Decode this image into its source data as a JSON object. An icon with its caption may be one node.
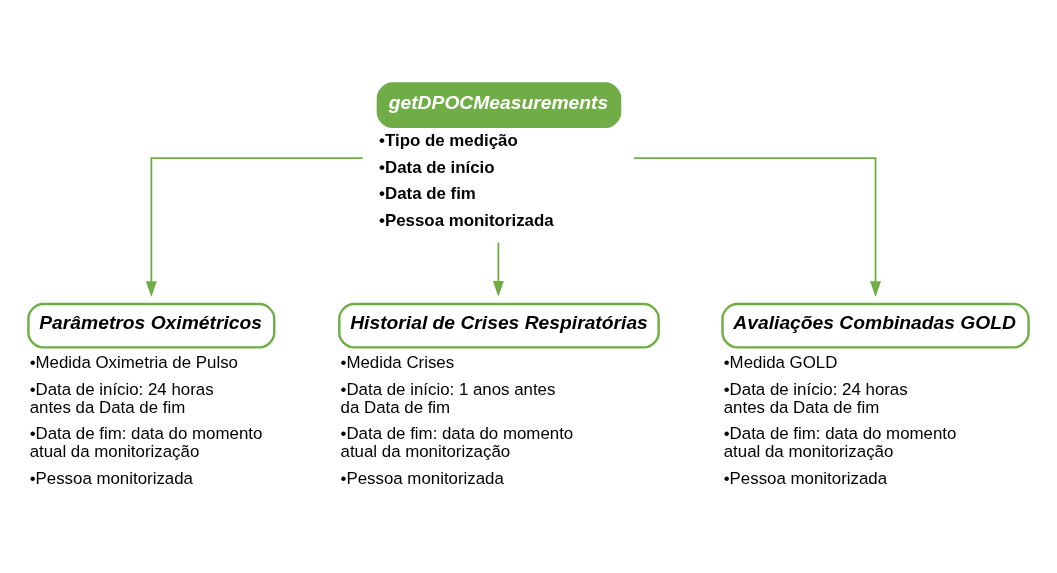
{
  "diagram": {
    "nodes": [
      {
        "text": [
          "getDPOCMeasurements"
        ],
        "beside": [
          "•Tipo de medição",
          "•Data de início",
          "•Data de fim",
          "•Pessoa monitorizada"
        ]
      },
      {
        "text": [
          "Parâmetros Oximétricos"
        ],
        "beside": [
          "•Medida Oximetria de Pulso",
          "•Data de início: 24 horas antes da Data de fim",
          "•Data de fim: data do momento atual da monitorização",
          "•Pessoa monitorizada"
        ]
      },
      {
        "text": [
          "Historial de Crises Respiratórias"
        ],
        "beside": [
          "•Medida Crises",
          "•Data de início: 1 anos antes da Data de fim",
          "•Data de fim: data do momento atual da monitorização",
          "•Pessoa monitorizada"
        ]
      },
      {
        "text": [
          "Avaliações Combinadas GOLD"
        ],
        "beside": [
          "•Medida GOLD",
          "•Data de início: 24 horas antes da Data de fim",
          "•Data de fim: data do momento atual da monitorização",
          "•Pessoa monitorizada"
        ]
      }
    ],
    "edges": [
      {
        "from": 0,
        "to": 1,
        "arrow": "to"
      },
      {
        "from": 0,
        "to": 2,
        "arrow": "to"
      },
      {
        "from": 0,
        "to": 3,
        "arrow": "to"
      }
    ]
  }
}
